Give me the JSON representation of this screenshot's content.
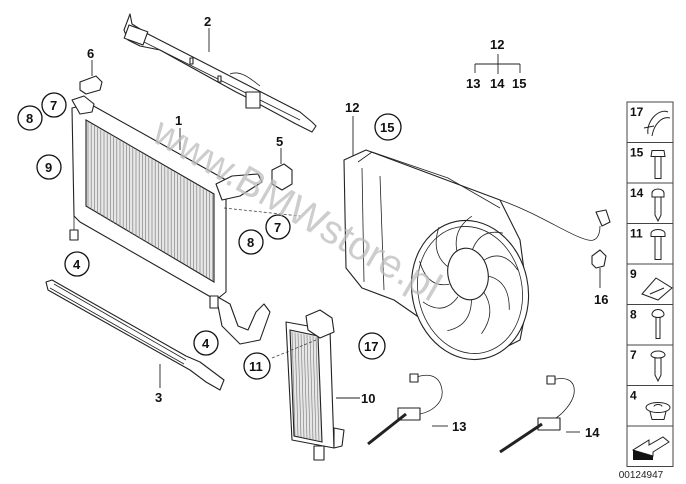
{
  "diagram": {
    "title": "Radiator / Cooling Fan Assembly",
    "watermark": "www.BMWstore.pl",
    "drawing_number": "00124947",
    "part_labels": {
      "p1": "1",
      "p2": "2",
      "p3": "3",
      "p5": "5",
      "p6": "6",
      "p10": "10",
      "p12": "12",
      "p13": "13",
      "p14": "14",
      "p16": "16"
    },
    "circled_labels": {
      "c4a": "4",
      "c4b": "4",
      "c7a": "7",
      "c7b": "7",
      "c8a": "8",
      "c8b": "8",
      "c9": "9",
      "c11": "11",
      "c15": "15",
      "c17": "17"
    },
    "group_tree": {
      "parent": "12",
      "children": [
        "13",
        "14",
        "15"
      ]
    },
    "legend": [
      {
        "number": "17",
        "icon": "hose-clamp-icon"
      },
      {
        "number": "15",
        "icon": "hex-bolt-icon"
      },
      {
        "number": "14",
        "icon": "self-tapping-screw-icon"
      },
      {
        "number": "11",
        "icon": "torx-screw-icon"
      },
      {
        "number": "9",
        "icon": "clip-nut-icon"
      },
      {
        "number": "8",
        "icon": "pin-rivet-icon"
      },
      {
        "number": "7",
        "icon": "expanding-rivet-icon"
      },
      {
        "number": "4",
        "icon": "rubber-grommet-icon"
      },
      {
        "number": "",
        "icon": "arrow-direction-icon"
      }
    ]
  }
}
